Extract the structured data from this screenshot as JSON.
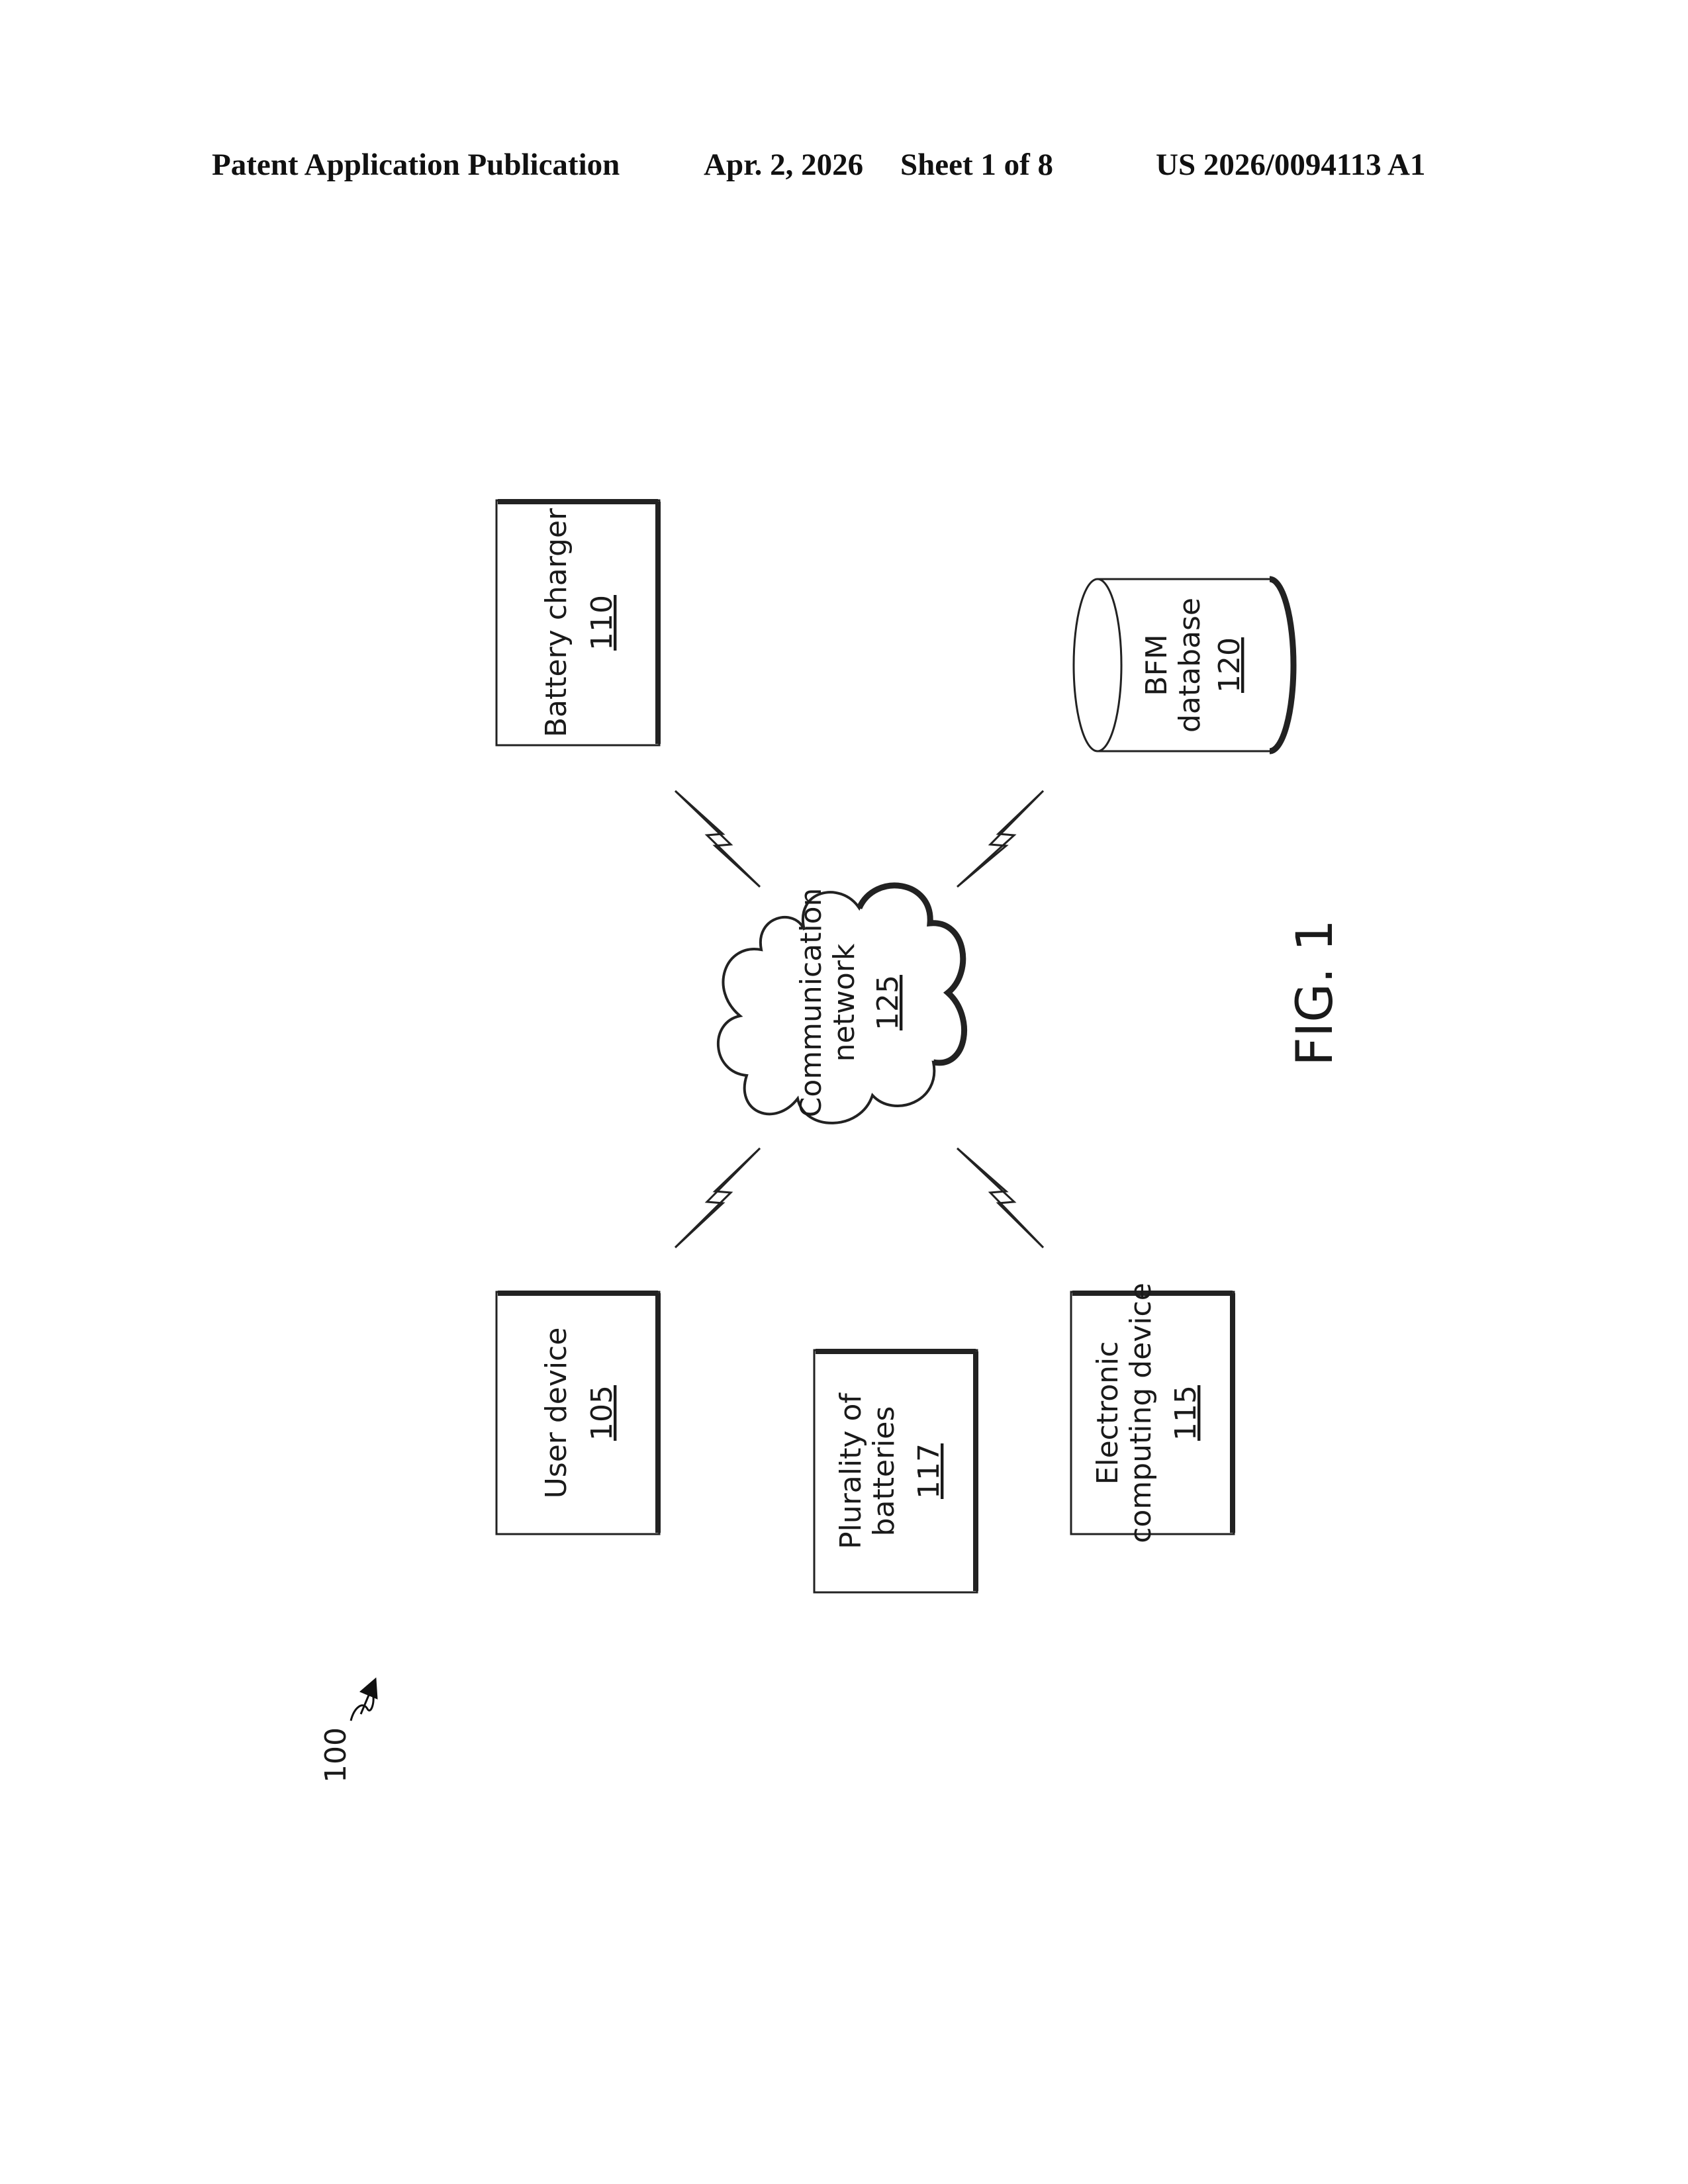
{
  "header": {
    "publication": "Patent Application Publication",
    "date": "Apr. 2, 2026",
    "sheet": "Sheet 1 of 8",
    "number": "US 2026/0094113 A1"
  },
  "diagram": {
    "system_ref": "100",
    "figure_label": "FIG. 1",
    "nodes": {
      "battery_charger": {
        "name": "Battery charger",
        "ref": "110"
      },
      "bfm_database": {
        "line1": "BFM",
        "line2": "database",
        "ref": "120"
      },
      "communication_network": {
        "line1": "Communication",
        "line2": "network",
        "ref": "125"
      },
      "user_device": {
        "name": "User device",
        "ref": "105"
      },
      "batteries": {
        "line1": "Plurality of",
        "line2": "batteries",
        "ref": "117"
      },
      "computing_device": {
        "line1": "Electronic",
        "line2": "computing device",
        "ref": "115"
      }
    }
  }
}
